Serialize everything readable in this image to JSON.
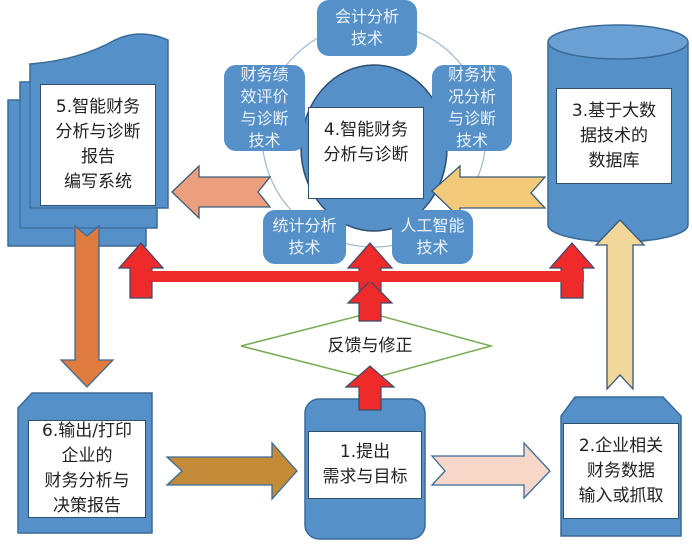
{
  "colors": {
    "box_blue": "#5690c8",
    "box_stroke": "#3a6b99",
    "feedback_red": "#ee2a2a",
    "arrow_salmon": "#ec9f7d",
    "arrow_gold_light": "#f3c97a",
    "arrow_orange": "#e07b3f",
    "arrow_bronze": "#c38b38",
    "arrow_pink_light": "#f8d6c8",
    "arrow_wheat": "#f2d79b",
    "diamond_stroke": "#7aaa56"
  },
  "nodes": {
    "step1": "1.提出\n需求与目标",
    "step2": "2.企业相关\n财务数据\n输入或抓取",
    "step3": "3.基于大数\n据技术的\n数据库",
    "step4": "4.智能财务\n分析与诊断",
    "step5": "5.智能财务\n分析与诊断\n报告\n编写系统",
    "step6": "6.输出/打印\n企业的\n财务分析与\n决策报告"
  },
  "techniques": [
    {
      "label": "会计分析\n技术"
    },
    {
      "label": "财务状\n况分析\n与诊断\n技术"
    },
    {
      "label": "人工智能\n技术"
    },
    {
      "label": "统计分析\n技术"
    },
    {
      "label": "财务绩\n效评价\n与诊断\n技术"
    }
  ],
  "feedback": {
    "label": "反馈与修正"
  },
  "edges": [
    {
      "from": "step1",
      "to": "step2",
      "style": "light-pink"
    },
    {
      "from": "step2",
      "to": "step3",
      "style": "wheat"
    },
    {
      "from": "step3",
      "to": "step4",
      "style": "gold"
    },
    {
      "from": "step4",
      "to": "step5",
      "style": "salmon"
    },
    {
      "from": "step5",
      "to": "step6",
      "style": "orange"
    },
    {
      "from": "step6",
      "to": "step1",
      "style": "bronze"
    },
    {
      "from": "step1",
      "to": "feedback",
      "style": "red"
    },
    {
      "from": "feedback",
      "to": "step3",
      "style": "red"
    },
    {
      "from": "feedback",
      "to": "step4",
      "style": "red"
    },
    {
      "from": "feedback",
      "to": "step5",
      "style": "red"
    }
  ]
}
